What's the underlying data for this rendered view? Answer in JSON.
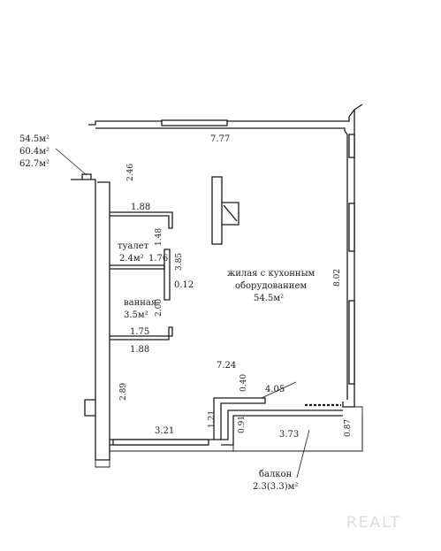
{
  "area_summary": {
    "living": "54.5м²",
    "total": "60.4м²",
    "total_with_balcony": "62.7м²"
  },
  "rooms": {
    "main": {
      "name_line1": "жилая с кухонным",
      "name_line2": "оборудованием",
      "area": "54.5м²"
    },
    "toilet": {
      "name": "туалет",
      "area": "2.4м²"
    },
    "bathroom": {
      "name": "ванная",
      "area": "3.5м²"
    },
    "balcony": {
      "name": "балкон",
      "area": "2.3(3.3)м²"
    }
  },
  "dimensions": {
    "top_width": "7.77",
    "upper_left_height": "2.46",
    "toilet_top_width": "1.88",
    "toilet_height": "1.48",
    "toilet_width": "1.76",
    "partition_height": "3.85",
    "partition_thickness": "0.12",
    "bathroom_height": "2.00",
    "bathroom_width": "1.75",
    "bathroom_bottom_width": "1.88",
    "main_width": "7.24",
    "right_height": "8.02",
    "lower_left_height": "2.89",
    "notch_height": "0.40",
    "notch_width": "4.05",
    "bottom_left_width": "3.21",
    "bottom_notch_height": "1.21",
    "balcony_depth": "0.91",
    "balcony_width": "3.73",
    "balcony_right_depth": "0.87"
  },
  "watermark": "REALT"
}
